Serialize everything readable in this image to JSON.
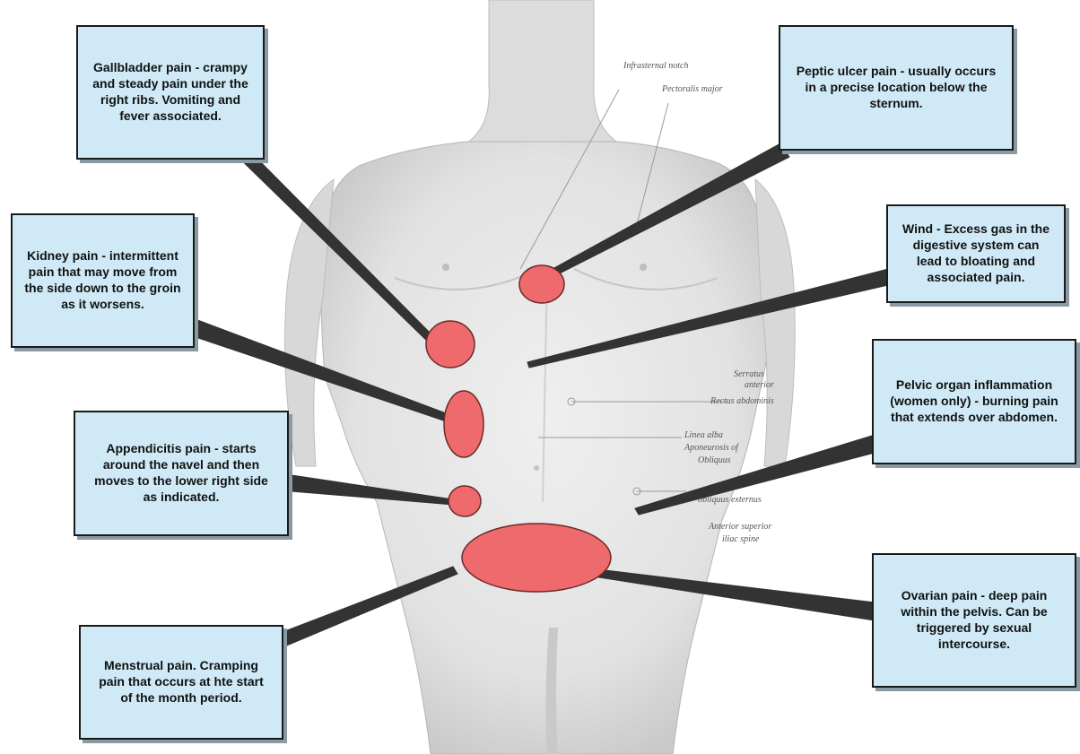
{
  "colors": {
    "callout_fill": "#cfeaf6",
    "callout_border": "#1a1a1a",
    "marker_fill": "#ef6a6c",
    "body_skin": "#e6e6e6",
    "body_shade": "#c7c7c7"
  },
  "callouts": {
    "gallbladder": "Gallbladder pain - crampy and steady pain under the right ribs. Vomiting and fever associated.",
    "kidney": "Kidney pain - intermittent pain that may move from the side down to the groin as it worsens.",
    "appendicitis": "Appendicitis pain - starts around the navel and then moves to the lower right side as indicated.",
    "menstrual": "Menstrual pain. Cramping pain that occurs at hte start of the month period.",
    "peptic": "Peptic ulcer pain - usually occurs in a precise location below the sternum.",
    "wind": "Wind - Excess gas in the digestive system can lead to bloating and associated pain.",
    "pelvic": "Pelvic organ inflammation (women only) - burning pain that extends over abdomen.",
    "ovarian": "Ovarian pain - deep pain within the pelvis. Can be triggered by sexual intercourse."
  },
  "anatomy_labels": {
    "infrasternal": "Infrasternal notch",
    "pectoralis": "Pectoralis major",
    "serratus": "Serratus",
    "anterior": "anterior",
    "rectus": "Rectus abdominis",
    "linea": "Linea alba",
    "aponeurosis": "Aponeurosis of",
    "obliquus": "Obliquus",
    "obliquus_ext": "obliquus externus",
    "ant_sup": "Anterior superior",
    "iliac": "iliac spine"
  }
}
